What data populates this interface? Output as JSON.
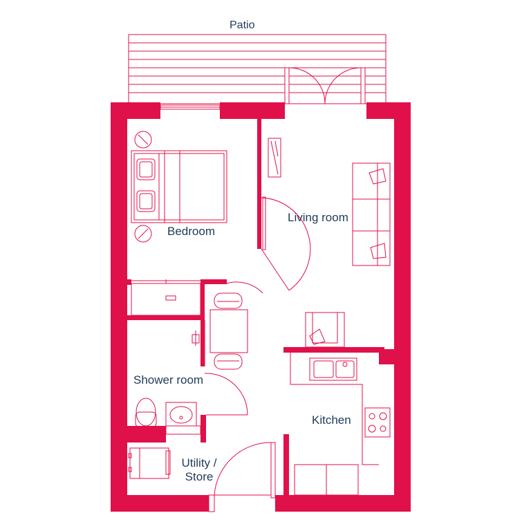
{
  "rooms": {
    "patio": "Patio",
    "bedroom": "Bedroom",
    "living_room": "Living room",
    "shower_room": "Shower room",
    "kitchen": "Kitchen",
    "utility_line1": "Utility /",
    "utility_line2": "Store"
  },
  "colors": {
    "wall": "#e0104a",
    "label": "#1f3a5a"
  }
}
